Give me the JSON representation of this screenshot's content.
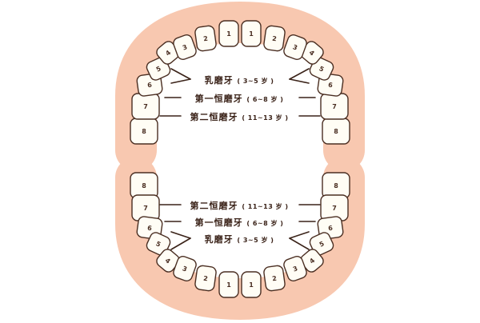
{
  "colors": {
    "gum": "#f8c8b0",
    "gum_outline": "#c8896f",
    "tooth_fill": "#fffdf5",
    "tooth_outline": "#4a2e22",
    "line": "#3a2218"
  },
  "upper_jaw": {
    "tooth_numbers_left": [
      "8",
      "7",
      "6",
      "5",
      "4",
      "3",
      "2",
      "1"
    ],
    "tooth_numbers_right": [
      "1",
      "2",
      "3",
      "4",
      "5",
      "6",
      "7",
      "8"
    ],
    "labels": [
      {
        "name": "乳磨牙",
        "age": "( 3~5 岁 )"
      },
      {
        "name": "第一恒磨牙",
        "age": "( 6~8 岁 )"
      },
      {
        "name": "第二恒磨牙",
        "age": "( 11~13 岁 )"
      }
    ]
  },
  "lower_jaw": {
    "tooth_numbers_left": [
      "8",
      "7",
      "6",
      "5",
      "4",
      "3",
      "2",
      "1"
    ],
    "tooth_numbers_right": [
      "1",
      "2",
      "3",
      "4",
      "5",
      "6",
      "7",
      "8"
    ],
    "labels": [
      {
        "name": "第二恒磨牙",
        "age": "( 11~13 岁 )"
      },
      {
        "name": "第一恒磨牙",
        "age": "( 6~8 岁 )"
      },
      {
        "name": "乳磨牙",
        "age": "( 3~5 岁 )"
      }
    ]
  }
}
